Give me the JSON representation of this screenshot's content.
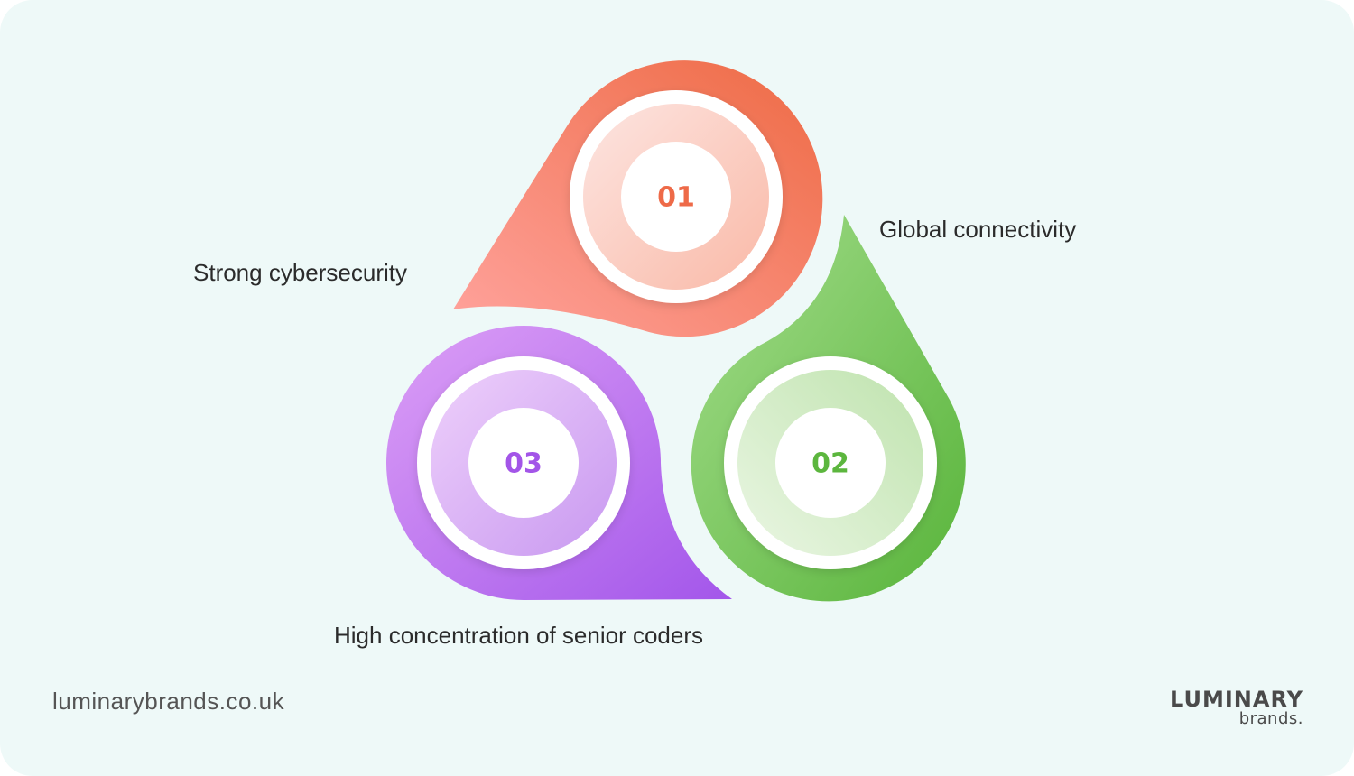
{
  "steps": [
    {
      "number": "01",
      "label": "Strong cybersecurity",
      "color": "#ee6a48",
      "light": "#ff9f97"
    },
    {
      "number": "02",
      "label": "Global connectivity",
      "color": "#5cb63e",
      "light": "#a6dc8e"
    },
    {
      "number": "03",
      "label": "High concentration of senior coders",
      "color": "#a355e8",
      "light": "#d8a2f5"
    }
  ],
  "footer": {
    "website": "luminarybrands.co.uk",
    "logo_line1": "LUMINARY",
    "logo_line2": "brands."
  }
}
